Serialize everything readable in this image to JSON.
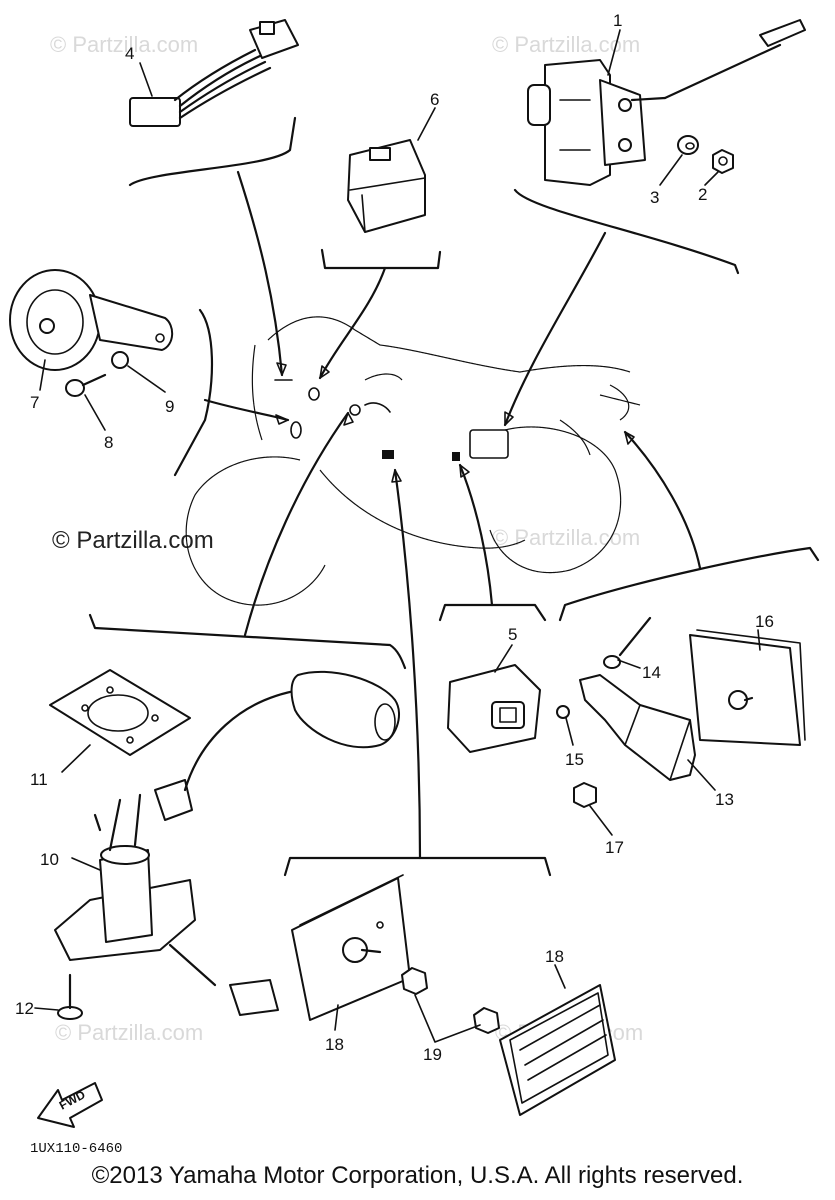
{
  "watermark": {
    "text": "© Partzilla.com"
  },
  "diagram_code": "1UX110-6460",
  "fwd_label": "FWD",
  "copyright": "©2013 Yamaha Motor Corporation, U.S.A. All rights reserved.",
  "callouts": {
    "p1": "1",
    "p2": "2",
    "p3": "3",
    "p4": "4",
    "p5": "5",
    "p6": "6",
    "p7": "7",
    "p8": "8",
    "p9": "9",
    "p10": "10",
    "p11": "11",
    "p12": "12",
    "p13": "13",
    "p14": "14",
    "p15": "15",
    "p16": "16",
    "p17": "17",
    "p18a": "18",
    "p18b": "18",
    "p19": "19"
  }
}
